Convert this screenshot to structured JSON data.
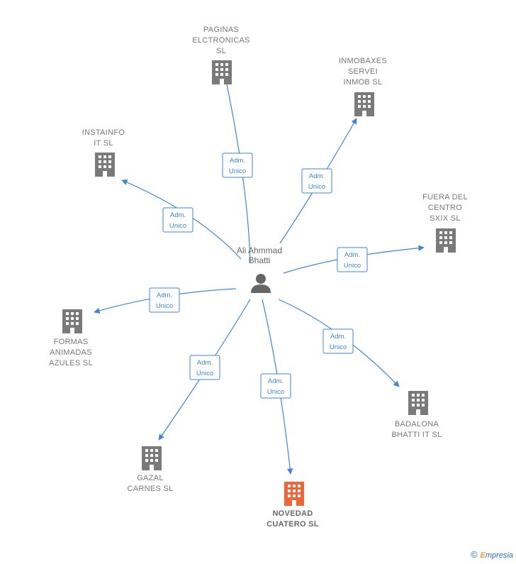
{
  "center": {
    "name_lines": [
      "Ali Ahmmad",
      "Bhatti"
    ],
    "icon": "person-icon"
  },
  "role_lines": [
    "Adm.",
    "Unico"
  ],
  "companies": [
    {
      "id": "paginas",
      "lines": [
        "PAGINAS",
        "ELCTRONICAS",
        "SL"
      ],
      "highlight": false,
      "icon": "building-icon"
    },
    {
      "id": "inmobaxes",
      "lines": [
        "INMOBAXES",
        "SERVEI",
        "INMOB  SL"
      ],
      "highlight": false,
      "icon": "building-icon"
    },
    {
      "id": "instainfo",
      "lines": [
        "INSTAINFO",
        "IT  SL"
      ],
      "highlight": false,
      "icon": "building-icon"
    },
    {
      "id": "fuera",
      "lines": [
        "FUERA DEL",
        "CENTRO",
        "SXIX  SL"
      ],
      "highlight": false,
      "icon": "building-icon"
    },
    {
      "id": "formas",
      "lines": [
        "FORMAS",
        "ANIMADAS",
        "AZULES  SL"
      ],
      "highlight": false,
      "icon": "building-icon"
    },
    {
      "id": "badalona",
      "lines": [
        "BADALONA",
        "BHATTI IT  SL"
      ],
      "highlight": false,
      "icon": "building-icon"
    },
    {
      "id": "gazal",
      "lines": [
        "GAZAL",
        "CARNES  SL"
      ],
      "highlight": false,
      "icon": "building-icon"
    },
    {
      "id": "novedad",
      "lines": [
        "NOVEDAD",
        "CUATERO  SL"
      ],
      "highlight": true,
      "icon": "building-icon"
    }
  ],
  "colors": {
    "edge": "#3d85d8",
    "building": "#7a7a7a",
    "building_highlight": "#f0643a",
    "person": "#666666"
  },
  "footer": {
    "copyright": "©",
    "brand_initial": "E",
    "brand_rest": "mpresia"
  }
}
